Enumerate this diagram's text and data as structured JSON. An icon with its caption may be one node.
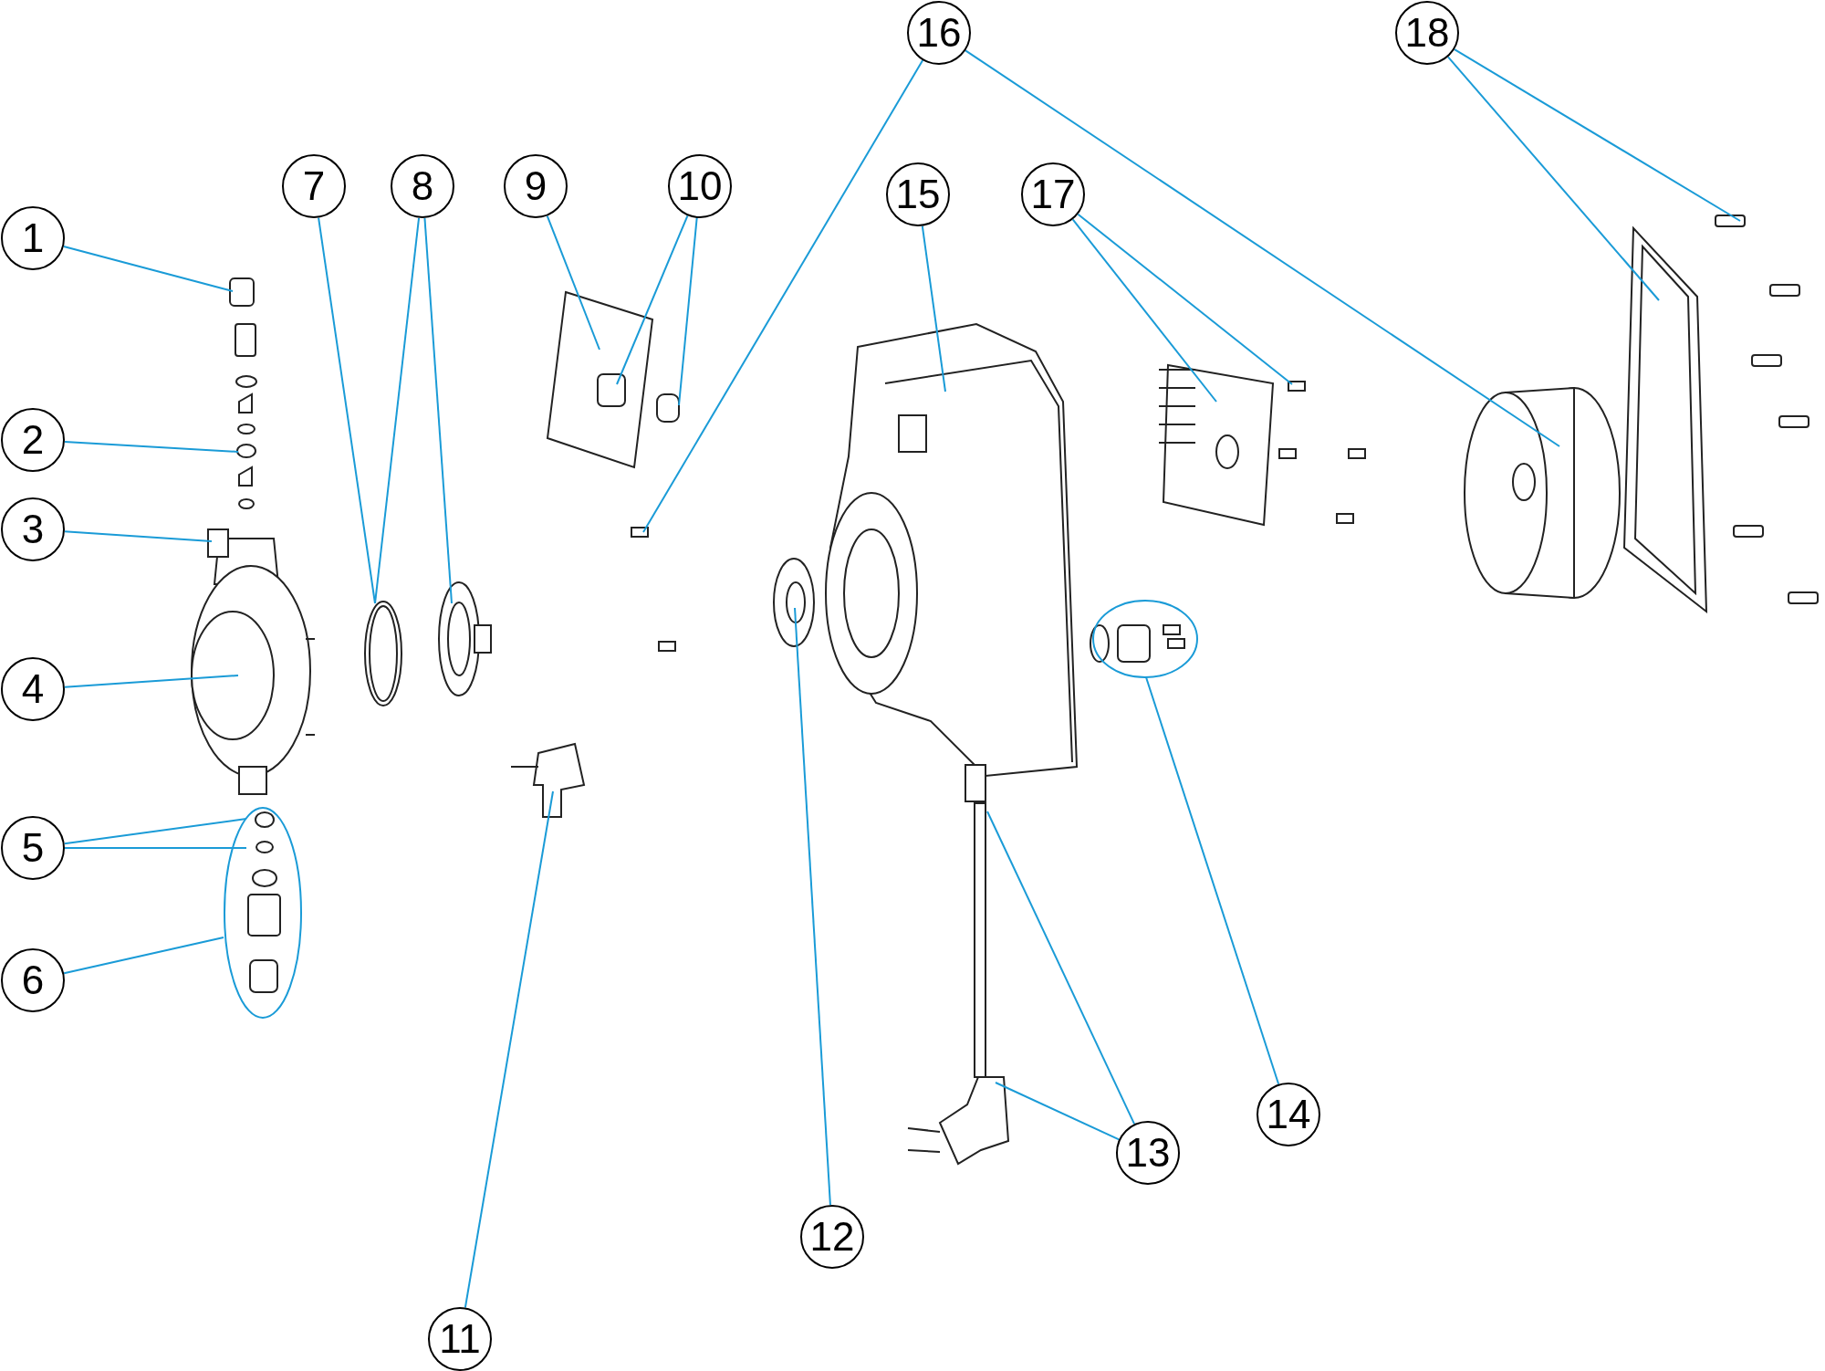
{
  "diagram": {
    "nodes": [
      {
        "text": [
          "1"
        ]
      },
      {
        "text": [
          "2"
        ]
      },
      {
        "text": [
          "3"
        ]
      },
      {
        "text": [
          "4"
        ]
      },
      {
        "text": [
          "5"
        ]
      },
      {
        "text": [
          "6"
        ]
      },
      {
        "text": [
          "7"
        ]
      },
      {
        "text": [
          "8"
        ]
      },
      {
        "text": [
          "9"
        ]
      },
      {
        "text": [
          "10"
        ]
      },
      {
        "text": [
          "11"
        ]
      },
      {
        "text": [
          "12"
        ]
      },
      {
        "text": [
          "13"
        ]
      },
      {
        "text": [
          "14"
        ]
      },
      {
        "text": [
          "15"
        ]
      },
      {
        "text": [
          "16"
        ]
      },
      {
        "text": [
          "17"
        ]
      },
      {
        "text": [
          "18"
        ]
      }
    ],
    "edges": [
      {
        "from": 0,
        "to": null,
        "arrow": "none"
      },
      {
        "from": 1,
        "to": null,
        "arrow": "none"
      },
      {
        "from": 2,
        "to": null,
        "arrow": "none"
      },
      {
        "from": 3,
        "to": null,
        "arrow": "none"
      },
      {
        "from": 4,
        "to": null,
        "arrow": "none"
      },
      {
        "from": 4,
        "to": null,
        "arrow": "none"
      },
      {
        "from": 5,
        "to": null,
        "arrow": "none"
      },
      {
        "from": 6,
        "to": null,
        "arrow": "none"
      },
      {
        "from": 7,
        "to": null,
        "arrow": "none"
      },
      {
        "from": 7,
        "to": null,
        "arrow": "none"
      },
      {
        "from": 8,
        "to": null,
        "arrow": "none"
      },
      {
        "from": 9,
        "to": null,
        "arrow": "none"
      },
      {
        "from": 9,
        "to": null,
        "arrow": "none"
      },
      {
        "from": 10,
        "to": null,
        "arrow": "none"
      },
      {
        "from": 11,
        "to": null,
        "arrow": "none"
      },
      {
        "from": 12,
        "to": null,
        "arrow": "none"
      },
      {
        "from": 12,
        "to": null,
        "arrow": "none"
      },
      {
        "from": 13,
        "to": null,
        "arrow": "none"
      },
      {
        "from": 14,
        "to": null,
        "arrow": "none"
      },
      {
        "from": 15,
        "to": null,
        "arrow": "none"
      },
      {
        "from": 15,
        "to": null,
        "arrow": "none"
      },
      {
        "from": 16,
        "to": null,
        "arrow": "none"
      },
      {
        "from": 16,
        "to": null,
        "arrow": "none"
      },
      {
        "from": 17,
        "to": null,
        "arrow": "none"
      },
      {
        "from": 17,
        "to": null,
        "arrow": "none"
      }
    ]
  }
}
